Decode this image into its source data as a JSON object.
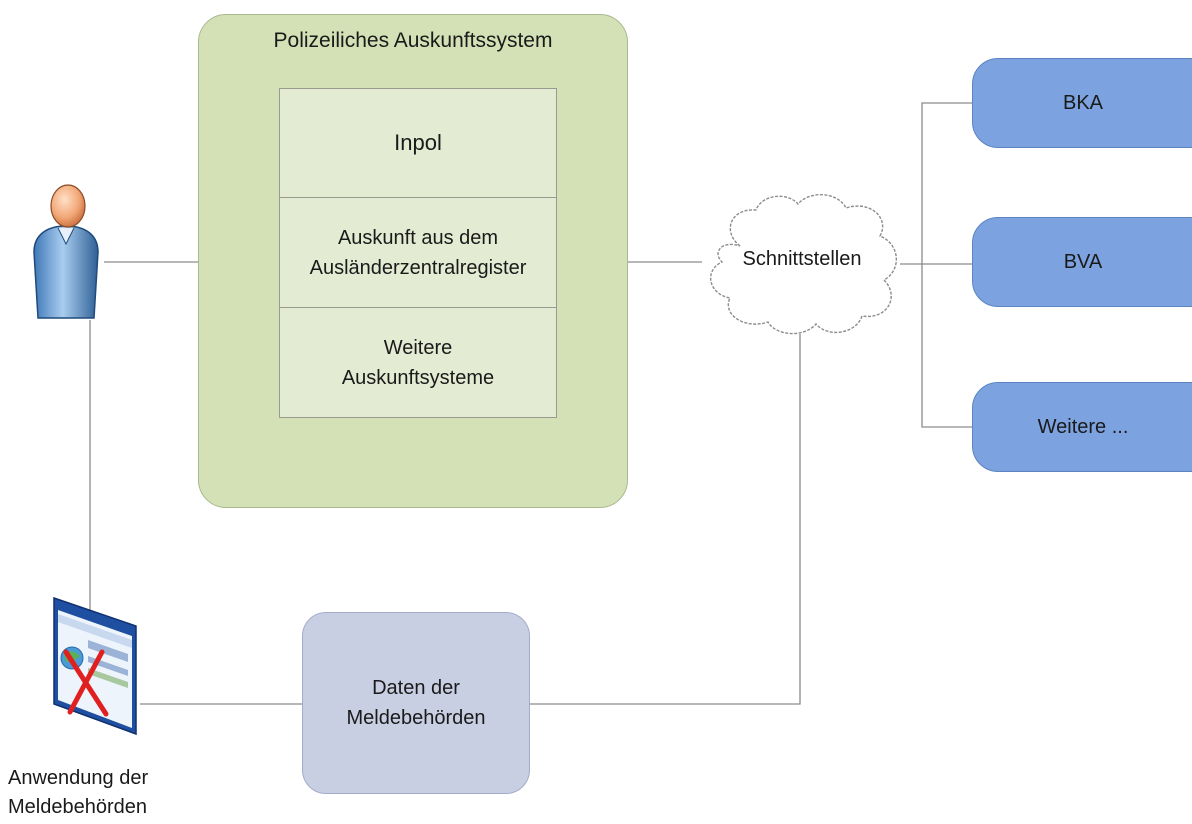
{
  "system": {
    "title": "Polizeiliches Auskunftssystem",
    "modules": [
      "Inpol",
      "Auskunft aus dem\nAusländerzentralregister",
      "Weitere\nAuskunftsysteme"
    ]
  },
  "interface": {
    "label": "Schnittstellen"
  },
  "agencies": [
    "BKA",
    "BVA",
    "Weitere ..."
  ],
  "registry": {
    "label": "Daten der\nMeldebehörden"
  },
  "application": {
    "label": "Anwendung der\nMeldebehörden"
  },
  "icons": {
    "user": "user-icon",
    "application": "application-window-icon"
  },
  "colors": {
    "system_fill": "#d4e1b6",
    "module_fill": "#e3ebd3",
    "agency_fill": "#7ca3df",
    "registry_fill": "#c8cfe3",
    "cross": "#e02020"
  }
}
